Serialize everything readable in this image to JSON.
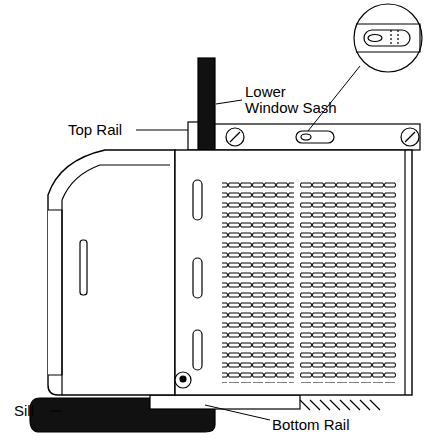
{
  "diagram": {
    "labels": [
      "Top Rail",
      "Lower Window Sash",
      "Sill",
      "Bottom Rail"
    ]
  }
}
